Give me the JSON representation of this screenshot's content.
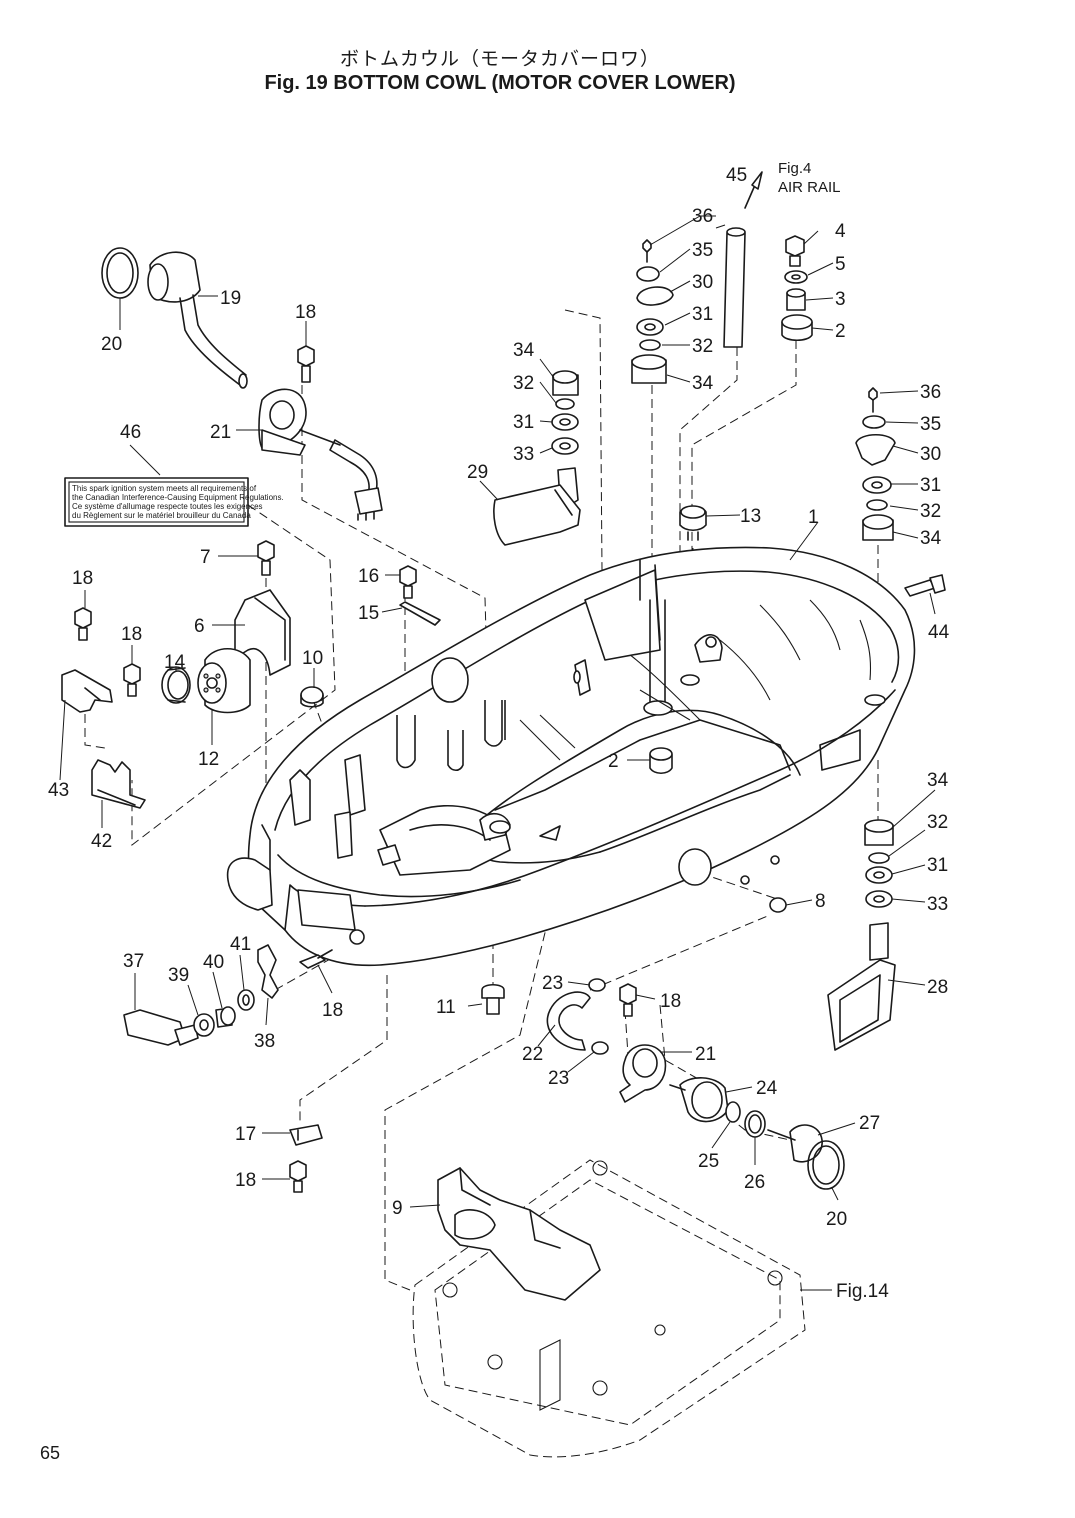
{
  "header": {
    "title_jp": "ボトムカウル（モータカバーロワ）",
    "title_en": "Fig. 19   BOTTOM COWL (MOTOR COVER LOWER)"
  },
  "labels": {
    "l1": "1",
    "l2a": "2",
    "l2b": "2",
    "l3": "3",
    "l4": "4",
    "l5": "5",
    "l6": "6",
    "l7": "7",
    "l8": "8",
    "l9": "9",
    "l10": "10",
    "l11": "11",
    "l12": "12",
    "l13": "13",
    "l14": "14",
    "l15": "15",
    "l16": "16",
    "l17": "17",
    "l18a": "18",
    "l18b": "18",
    "l18c": "18",
    "l18d": "18",
    "l18e": "18",
    "l18f": "18",
    "l19": "19",
    "l20a": "20",
    "l20b": "20",
    "l21a": "21",
    "l21b": "21",
    "l22": "22",
    "l23a": "23",
    "l23b": "23",
    "l24": "24",
    "l25": "25",
    "l26": "26",
    "l27": "27",
    "l28": "28",
    "l29": "29",
    "l30a": "30",
    "l30b": "30",
    "l31a": "31",
    "l31b": "31",
    "l31c": "31",
    "l31d": "31",
    "l32a": "32",
    "l32b": "32",
    "l32c": "32",
    "l32d": "32",
    "l33a": "33",
    "l33b": "33",
    "l34a": "34",
    "l34b": "34",
    "l34c": "34",
    "l34d": "34",
    "l35a": "35",
    "l35b": "35",
    "l36a": "36",
    "l36b": "36",
    "l37": "37",
    "l38": "38",
    "l39": "39",
    "l40": "40",
    "l41": "41",
    "l42": "42",
    "l43": "43",
    "l44": "44",
    "l45": "45",
    "l46": "46"
  },
  "refs": {
    "fig4": "Fig.4",
    "air_rail": "AIR RAIL",
    "fig14": "Fig.14"
  },
  "decal": {
    "line1": "This spark ignition system meets all requirements of",
    "line2": "the Canadian Interference-Causing Equipment Regulations.",
    "line3": "Ce système d'allumage respecte toutes les exigences",
    "line4": "du Règlement sur le matériel brouilleur du Canada"
  },
  "footer": {
    "page_number": "65"
  }
}
